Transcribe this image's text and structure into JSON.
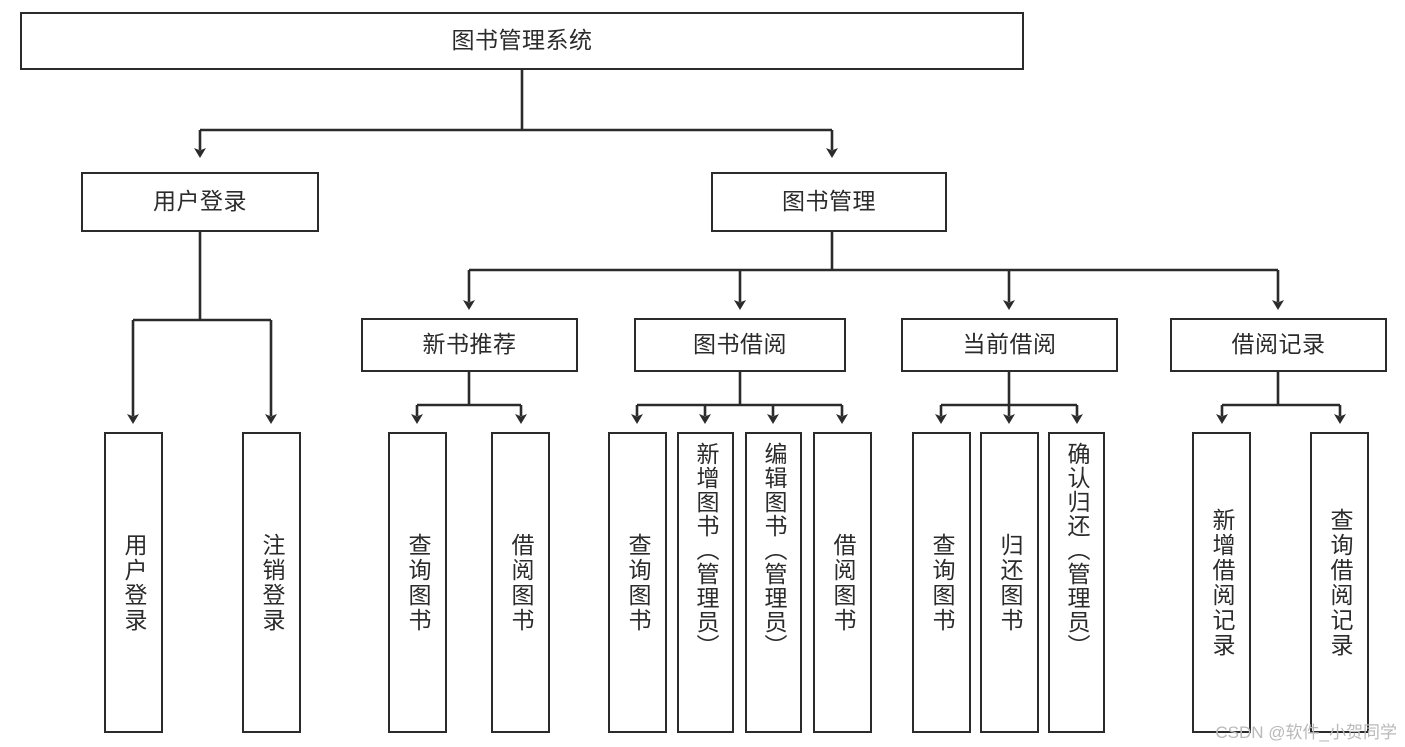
{
  "diagram": {
    "type": "tree-hierarchy",
    "title": "图书管理系统",
    "orientation": "top-down",
    "colors": {
      "stroke": "#2b2b2b",
      "fill": "#ffffff",
      "background": "#ffffff",
      "watermark": "#b9b9b9"
    },
    "nodes": {
      "root": {
        "label": "图书管理系统"
      },
      "level2": [
        {
          "id": "user-login",
          "label": "用户登录"
        },
        {
          "id": "book-manage",
          "label": "图书管理"
        }
      ],
      "level3": [
        {
          "id": "new-book-recommend",
          "label": "新书推荐"
        },
        {
          "id": "book-borrow",
          "label": "图书借阅"
        },
        {
          "id": "current-borrow",
          "label": "当前借阅"
        },
        {
          "id": "borrow-record",
          "label": "借阅记录"
        }
      ],
      "leaves": [
        {
          "id": "leaf-user-login",
          "label": "用户登录",
          "parent": "user-login"
        },
        {
          "id": "leaf-logout-login",
          "label": "注销登录",
          "parent": "user-login"
        },
        {
          "id": "leaf-query-book-1",
          "label": "查询图书",
          "parent": "new-book-recommend"
        },
        {
          "id": "leaf-borrow-book-1",
          "label": "借阅图书",
          "parent": "new-book-recommend"
        },
        {
          "id": "leaf-query-book-2",
          "label": "查询图书",
          "parent": "book-borrow"
        },
        {
          "id": "leaf-add-book",
          "label": "新增图书（管理员）",
          "parent": "book-borrow"
        },
        {
          "id": "leaf-edit-book",
          "label": "编辑图书（管理员）",
          "parent": "book-borrow"
        },
        {
          "id": "leaf-borrow-book-2",
          "label": "借阅图书",
          "parent": "book-borrow"
        },
        {
          "id": "leaf-query-book-3",
          "label": "查询图书",
          "parent": "current-borrow"
        },
        {
          "id": "leaf-return-book",
          "label": "归还图书",
          "parent": "current-borrow"
        },
        {
          "id": "leaf-confirm-return",
          "label": "确认归还（管理员）",
          "parent": "current-borrow"
        },
        {
          "id": "leaf-add-record",
          "label": "新增借阅记录",
          "parent": "borrow-record"
        },
        {
          "id": "leaf-query-record",
          "label": "查询借阅记录",
          "parent": "borrow-record"
        }
      ]
    },
    "watermark": "CSDN @软件_小贺同学"
  }
}
